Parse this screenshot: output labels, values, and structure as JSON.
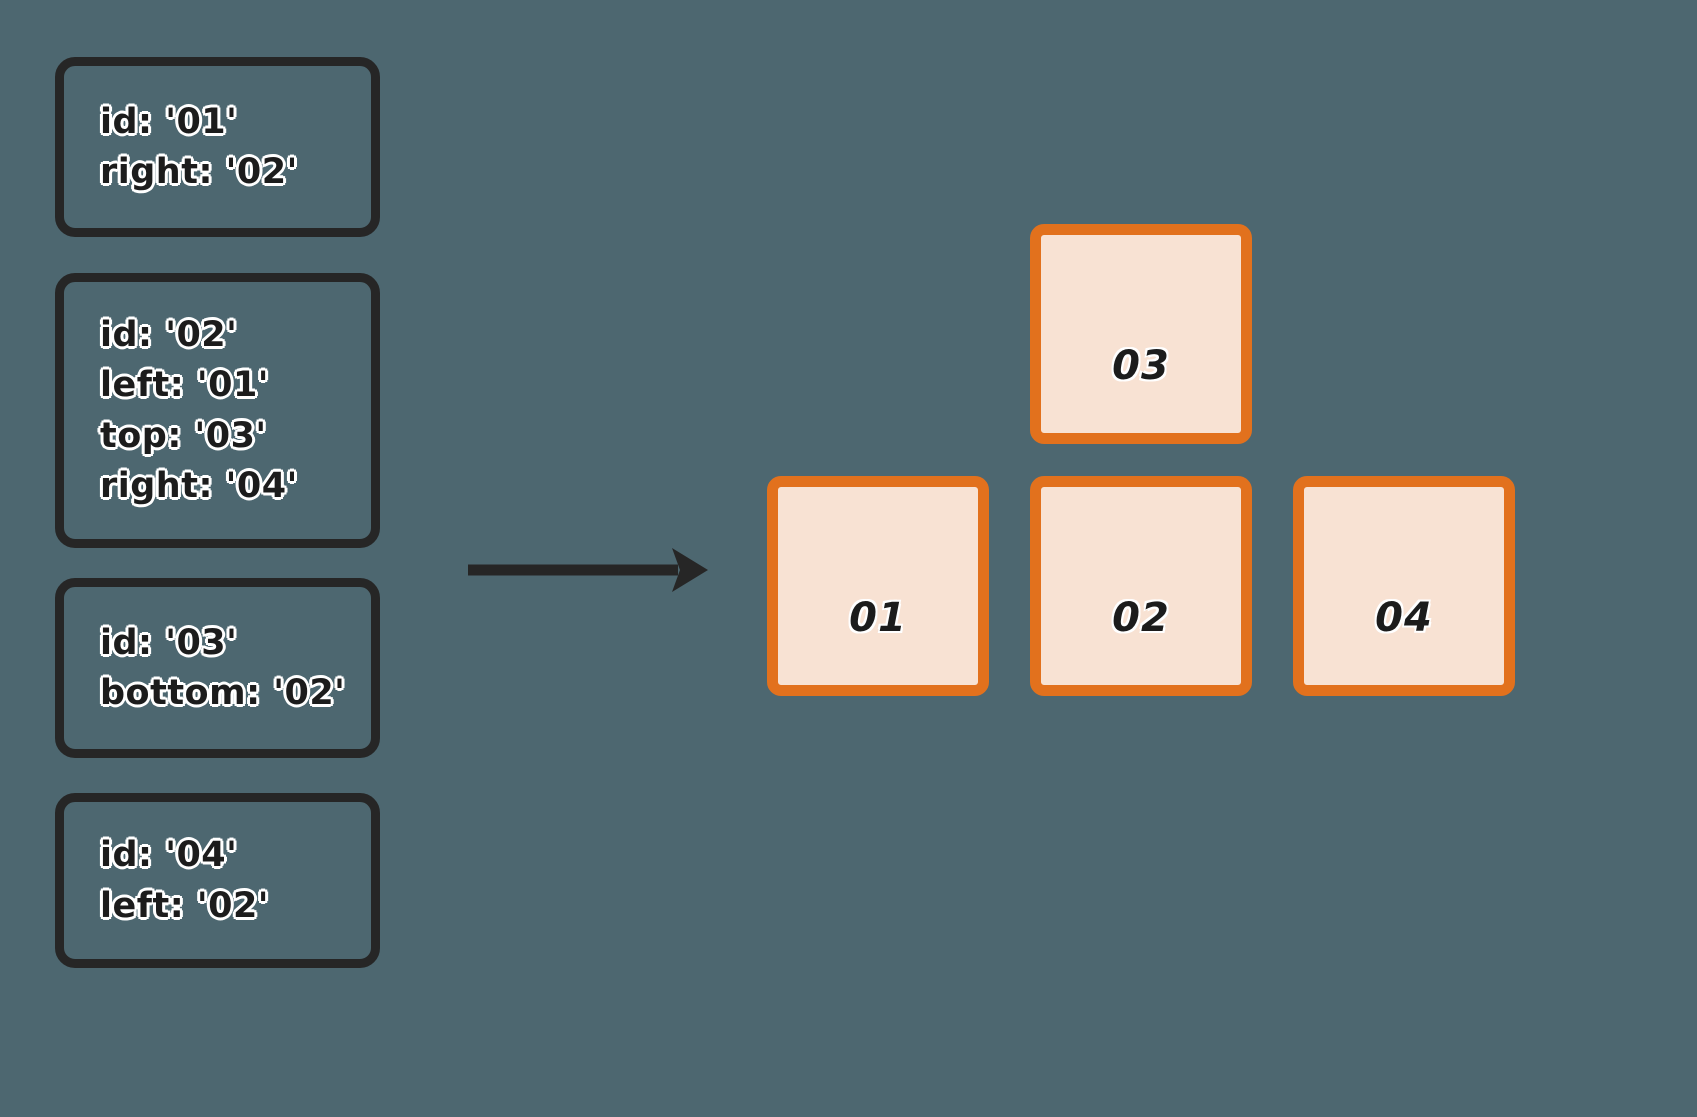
{
  "colors": {
    "background": "#4d6770",
    "spec_border": "#262626",
    "spec_text": "#1c1c1c",
    "spec_text_outline": "#ffffff",
    "tile_border": "#e2711d",
    "tile_fill": "#f8e2d3",
    "tile_text": "#1c1c1c",
    "arrow": "#262626"
  },
  "spec_boxes": [
    {
      "name": "node-01",
      "lines": [
        "id: '01'",
        "right: '02'"
      ]
    },
    {
      "name": "node-02",
      "lines": [
        "id: '02'",
        "left: '01'",
        "top: '03'",
        "right: '04'"
      ]
    },
    {
      "name": "node-03",
      "lines": [
        "id: '03'",
        "bottom: '02'"
      ]
    },
    {
      "name": "node-04",
      "lines": [
        "id: '04'",
        "left: '02'"
      ]
    }
  ],
  "arrow": {
    "icon": "arrow-right-icon",
    "direction": "right"
  },
  "layout_tiles": [
    {
      "id": "03",
      "label": "03",
      "grid_row": 1,
      "grid_col": 2
    },
    {
      "id": "01",
      "label": "01",
      "grid_row": 2,
      "grid_col": 1
    },
    {
      "id": "02",
      "label": "02",
      "grid_row": 2,
      "grid_col": 2
    },
    {
      "id": "04",
      "label": "04",
      "grid_row": 2,
      "grid_col": 3
    }
  ]
}
